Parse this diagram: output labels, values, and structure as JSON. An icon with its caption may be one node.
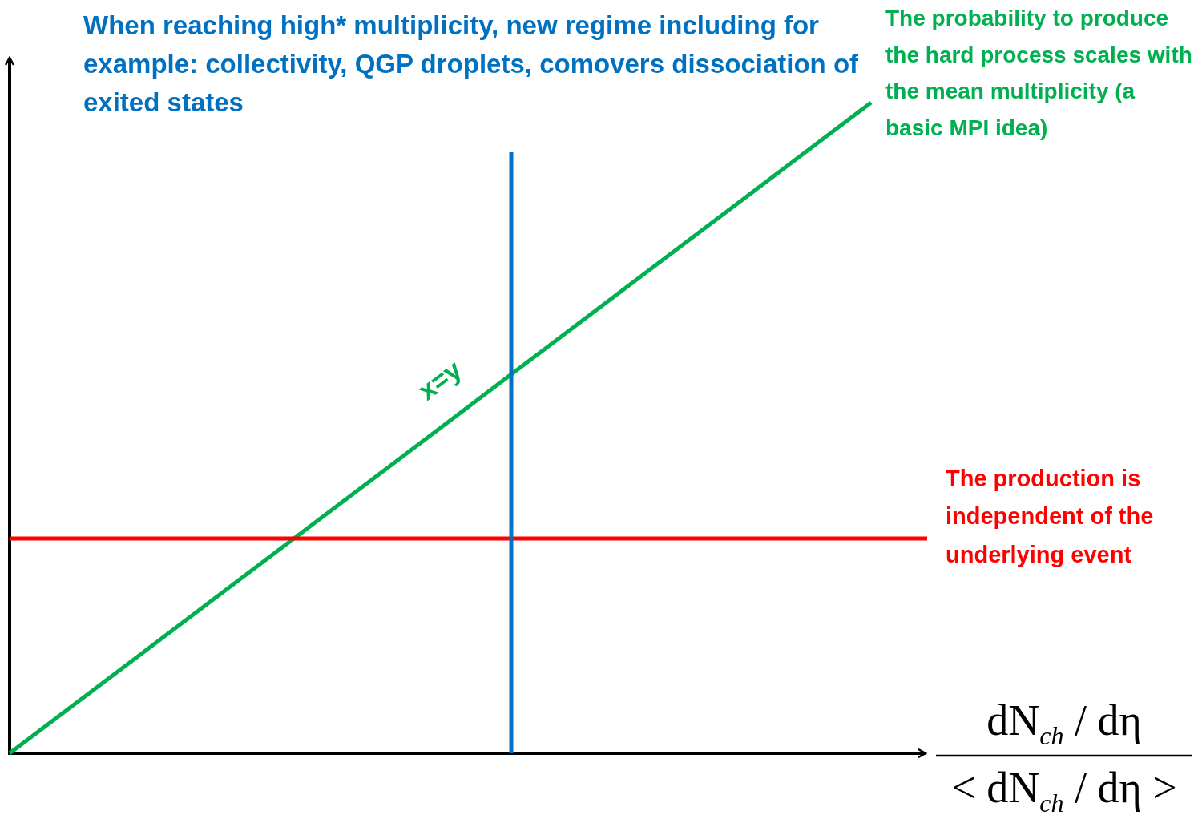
{
  "diagram": {
    "labels": [
      "When reaching high* multiplicity,  new regime including for example: collectivity, QGP droplets, comovers dissociation of exited states",
      "The probability to produce the hard process scales with the mean multiplicity (a basic MPI idea)",
      "x=y",
      "The production is independent of the underlying event",
      "dN$_{ch}$ / dη",
      "< dN$_{ch}$ / dη >"
    ]
  }
}
